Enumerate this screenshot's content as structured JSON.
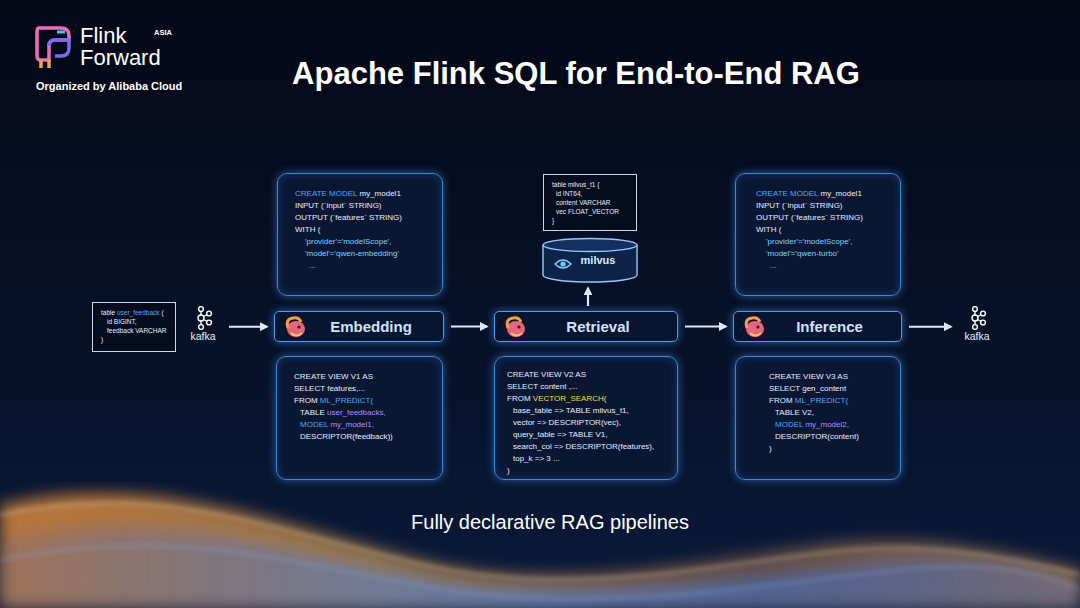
{
  "diagram": {
    "title": "Apache Flink SQL for End-to-End RAG",
    "caption": "Fully declarative RAG pipelines",
    "nodes": [
      {
        "text": [
          "table user_feedback (",
          "id BIGINT,",
          "feedback VARCHAR",
          ")"
        ]
      },
      {
        "text": [
          "kafka"
        ]
      },
      {
        "text": [
          "CREATE MODEL my_model1",
          "INPUT (`input` STRING)",
          "OUTPUT (`features` STRING)",
          "WITH (",
          "'provider'='modelScope',",
          "'model'='qwen-embedding'",
          "..."
        ]
      },
      {
        "text": [
          "Embedding"
        ]
      },
      {
        "text": [
          "CREATE VIEW V1 AS",
          "SELECT features,...",
          "FROM ML_PREDICT(",
          "TABLE user_feedbacks,",
          "MODEL my_model1,",
          "DESCRIPTOR(feedback))"
        ]
      },
      {
        "text": [
          "table milvus_t1 {",
          "id INT64,",
          "content VARCHAR",
          "vec FLOAT_VECTOR",
          "}"
        ]
      },
      {
        "text": [
          "milvus"
        ]
      },
      {
        "text": [
          "Retrieval"
        ]
      },
      {
        "text": [
          "CREATE VIEW V2 AS",
          "SELECT content ,...",
          "FROM VECTOR_SEARCH(",
          "base_table => TABLE milvus_t1,",
          "vector => DESCRIPTOR(vec),",
          "query_table => TABLE V1,",
          "search_col => DESCRIPTOR(features),",
          "top_k => 3 ...",
          ")"
        ]
      },
      {
        "text": [
          "CREATE MODEL my_model1",
          "INPUT (`input` STRING)",
          "OUTPUT (`features` STRING)",
          "WITH (",
          "'provider'='modelScope',",
          "'model'='qwen-turbo'",
          "..."
        ]
      },
      {
        "text": [
          "Inference"
        ]
      },
      {
        "text": [
          "CREATE VIEW V3 AS",
          "SELECT gen_content",
          "FROM ML_PREDICT(",
          "TABLE V2,",
          "MODEL my_model2,",
          "DESCRIPTOR(content)",
          ")"
        ]
      },
      {
        "text": [
          "kafka"
        ]
      }
    ],
    "edges": [
      {
        "from": 1,
        "to": 3,
        "arrow": "to"
      },
      {
        "from": 3,
        "to": 7,
        "arrow": "to"
      },
      {
        "from": 7,
        "to": 6,
        "arrow": "to"
      },
      {
        "from": 7,
        "to": 10,
        "arrow": "to"
      },
      {
        "from": 10,
        "to": 12,
        "arrow": "to"
      }
    ],
    "labels": [
      "Flink",
      "Forward",
      "ASIA",
      "Organized by Alibaba Cloud"
    ]
  }
}
